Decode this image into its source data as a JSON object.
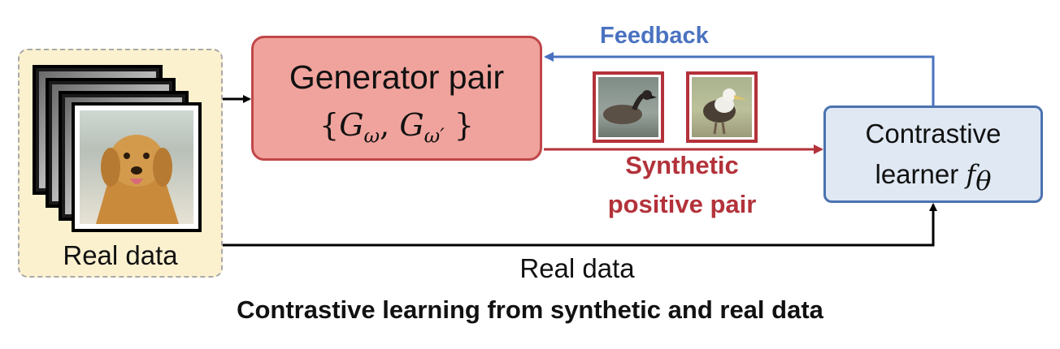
{
  "real_data": {
    "label": "Real data"
  },
  "generator": {
    "title": "Generator pair",
    "formula_open": "{",
    "g": "G",
    "omega": "ω",
    "omega_prime": "ω′",
    "comma": ",",
    "formula_close": "}"
  },
  "learner": {
    "line1": "Contrastive",
    "line2_text": "learner ",
    "f": "f",
    "theta": "θ"
  },
  "feedback_label": "Feedback",
  "synthetic_label": {
    "line1": "Synthetic",
    "line2": "positive pair"
  },
  "real_data_edge_label": "Real data",
  "caption": "Contrastive learning from synthetic and real data",
  "colors": {
    "generator_fill": "#f0a39c",
    "generator_border": "#c0474a",
    "learner_fill": "#dfe8f3",
    "learner_border": "#4a72b0",
    "feedback": "#4a72c0",
    "synthetic": "#b3323a",
    "real_data_fill": "#fcf1cf"
  },
  "icons": {
    "dog_image": "dog-photo",
    "bird_image_1": "duck-photo",
    "bird_image_2": "albatross-photo"
  }
}
